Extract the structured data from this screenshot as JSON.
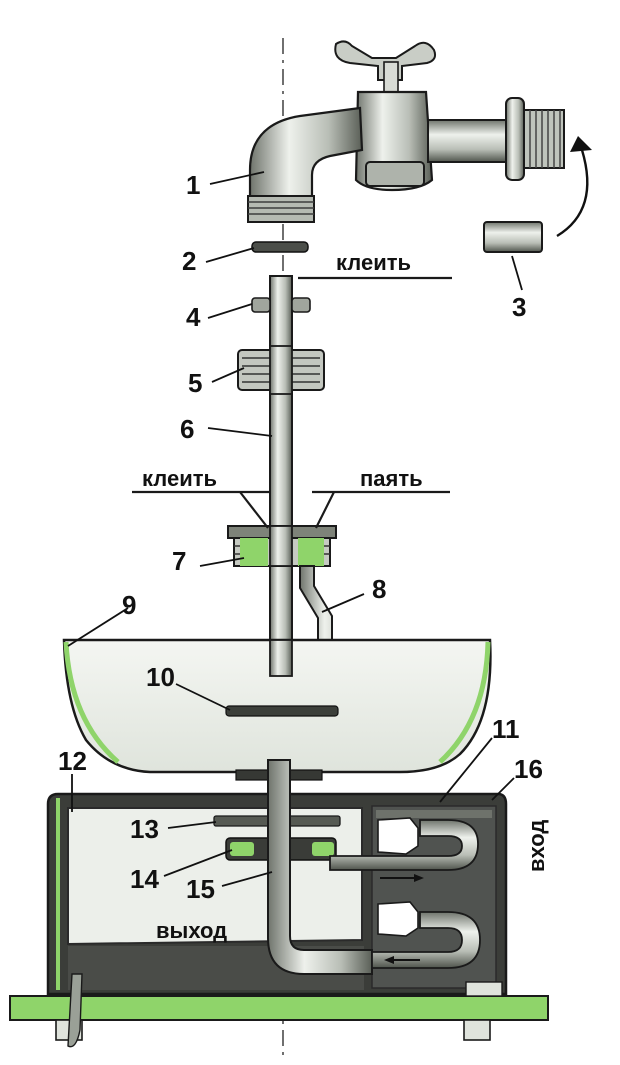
{
  "diagram": {
    "part_numbers": [
      "1",
      "2",
      "3",
      "4",
      "5",
      "6",
      "7",
      "8",
      "9",
      "10",
      "11",
      "12",
      "13",
      "14",
      "15",
      "16"
    ],
    "annotations": {
      "glue_top": "клеить",
      "glue_mid": "клеить",
      "solder": "паять",
      "inlet": "вход",
      "outlet": "выход"
    },
    "colors": {
      "metal_light": "#e9ece6",
      "metal_mid": "#a7aca4",
      "metal_dark": "#5e635b",
      "basin_fill": "#eef2ec",
      "tank_dark": "#3b3d39",
      "green_accent": "#8fd46a",
      "outline": "#1a1a1a"
    }
  }
}
